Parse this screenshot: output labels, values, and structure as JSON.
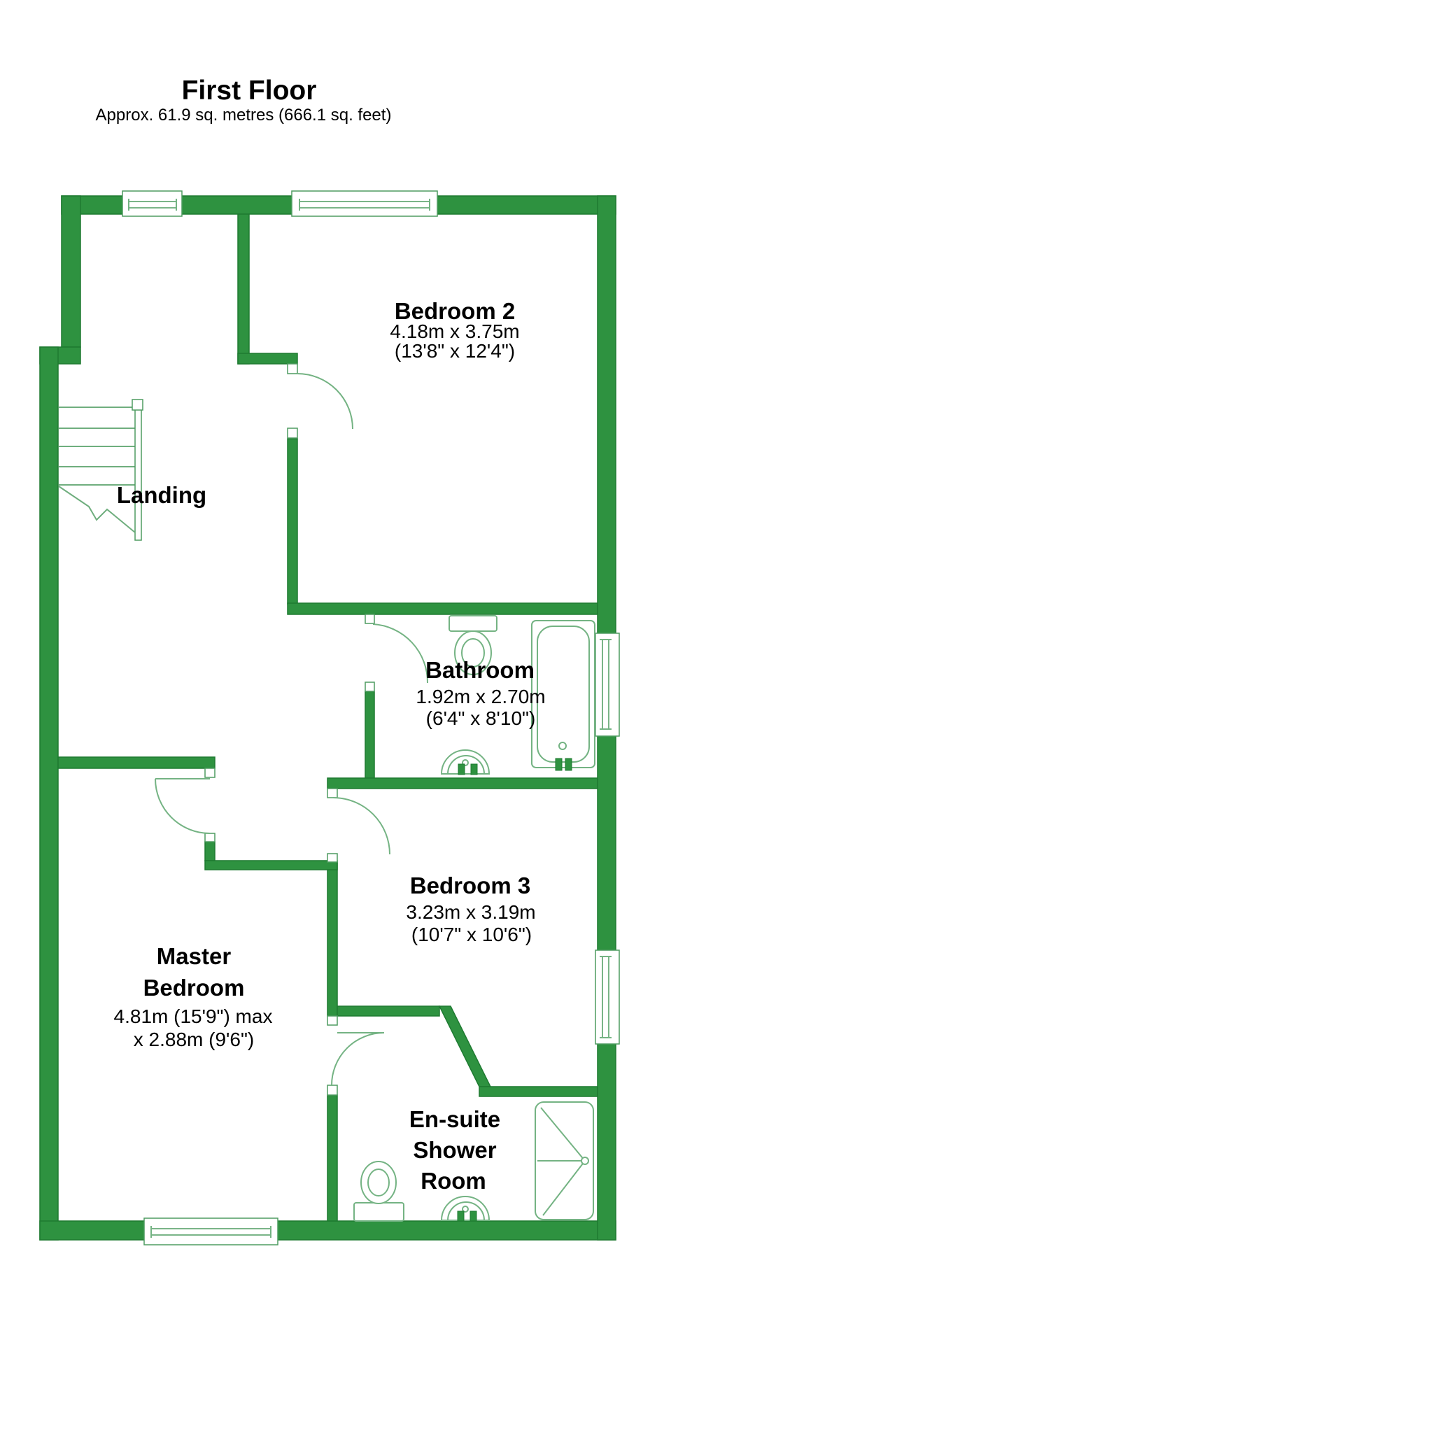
{
  "header": {
    "title": "First Floor",
    "subtitle": "Approx. 61.9 sq. metres (666.1 sq. feet)"
  },
  "rooms": {
    "bedroom2": {
      "name": "Bedroom 2",
      "metric": "4.18m x 3.75m",
      "imperial": "(13'8\" x 12'4\")"
    },
    "landing": {
      "name": "Landing"
    },
    "bathroom": {
      "name": "Bathroom",
      "metric": "1.92m x 2.70m",
      "imperial": "(6'4\" x 8'10\")"
    },
    "bedroom3": {
      "name": "Bedroom 3",
      "metric": "3.23m x 3.19m",
      "imperial": "(10'7\" x 10'6\")"
    },
    "master_bedroom": {
      "name_line1": "Master",
      "name_line2": "Bedroom",
      "metric": "4.81m (15'9\") max",
      "imperial": "x 2.88m (9'6\")"
    },
    "ensuite": {
      "name_line1": "En-suite",
      "name_line2": "Shower",
      "name_line3": "Room"
    }
  },
  "colors": {
    "wall_fill": "#2E9240",
    "wall_outline": "#1E7A31",
    "fixture_line": "#74B383",
    "text": "#000000",
    "background": "#FFFFFF"
  }
}
